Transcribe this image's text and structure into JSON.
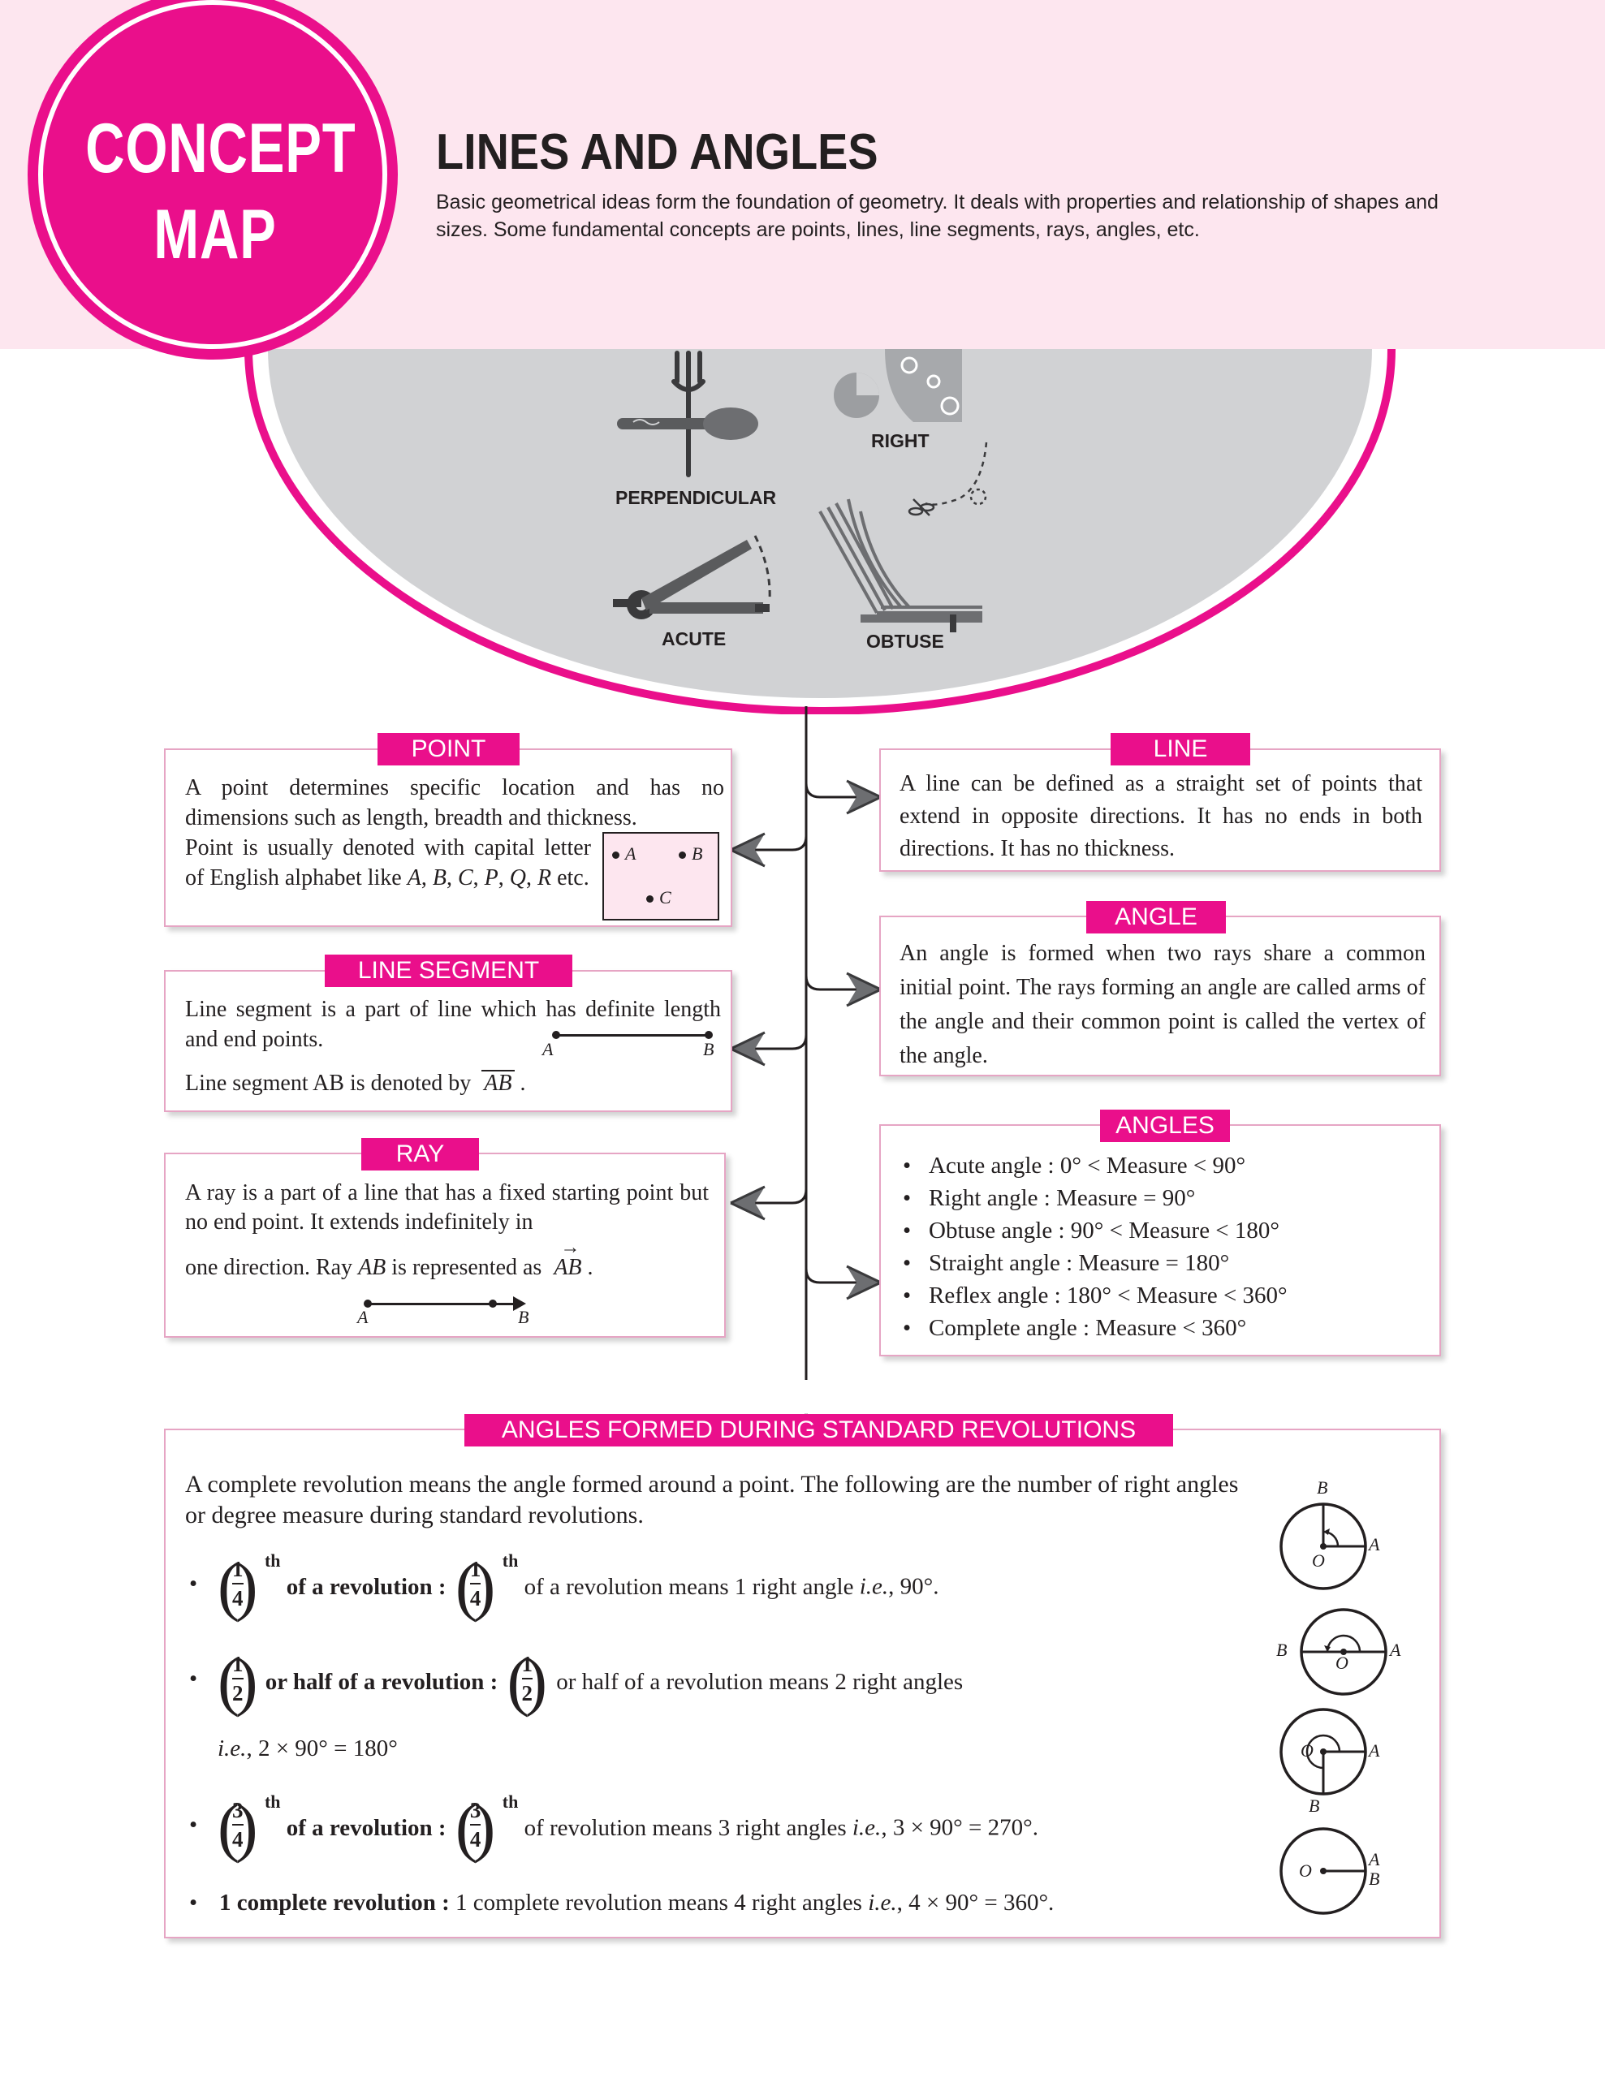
{
  "header": {
    "badge_line1": "CONCEPT",
    "badge_line2": "MAP",
    "title": "LINES AND ANGLES",
    "intro": "Basic geometrical ideas form the foundation of geometry. It deals with properties and relationship of shapes and sizes. Some fundamental concepts are points, lines, line segments, rays, angles, etc."
  },
  "illustration": {
    "labels": [
      "PERPENDICULAR",
      "RIGHT",
      "ACUTE",
      "OBTUSE"
    ]
  },
  "point": {
    "title": "POINT",
    "text": "A point determines specific location and has no dimensions such as length, breadth and thickness. Point is usually denoted with capital letter of English alphabet like A, B, C, P, Q, R etc.",
    "figure_labels": [
      "A",
      "B",
      "C"
    ]
  },
  "line_segment": {
    "title": "LINE SEGMENT",
    "text": "Line segment is a part of line which has definite length and end points.",
    "notation_text": "Line segment AB is denoted by",
    "notation": "AB",
    "figure_labels": [
      "A",
      "B"
    ]
  },
  "ray": {
    "title": "RAY",
    "text": "A ray is a part of a line that has a fixed starting point but no end point. It extends indefinitely in one direction. Ray AB is represented as",
    "notation": "AB",
    "figure_labels": [
      "A",
      "B"
    ]
  },
  "line": {
    "title": "LINE",
    "text": "A line can be defined as a straight set of points that extend in opposite directions. It has no ends in both directions. It has no thickness."
  },
  "angle": {
    "title": "ANGLE",
    "text": "An angle is formed when two rays share a common initial point. The rays forming an angle are called arms of the angle and their common point is called the vertex of the angle."
  },
  "angles": {
    "title": "ANGLES",
    "items": [
      "Acute angle : 0° < Measure < 90°",
      "Right angle :  Measure = 90°",
      "Obtuse angle :  90° < Measure < 180°",
      "Straight angle : Measure = 180°",
      "Reflex angle : 180° < Measure < 360°",
      "Complete angle : Measure < 360°"
    ]
  },
  "revolutions": {
    "title": "ANGLES FORMED DURING STANDARD REVOLUTIONS",
    "intro": "A complete revolution means the angle formed around a point. The following are the number of right angles or degree measure during standard revolutions.",
    "item1": {
      "num": "1",
      "den": "4",
      "sup": "th",
      "bold": "of a revolution :",
      "rest": "of a revolution means 1 right angle",
      "ie": "i.e.",
      "tail": ", 90°."
    },
    "item2": {
      "num": "1",
      "den": "2",
      "bold": "or half of a revolution :",
      "rest": "or half of a revolution means 2 right angles",
      "ie": "i.e.",
      "tail": ", 2 × 90° = 180°"
    },
    "item3": {
      "num": "3",
      "den": "4",
      "sup": "th",
      "bold": "of a revolution :",
      "rest": "of revolution means 3 right angles",
      "ie": "i.e.",
      "tail": ", 3 × 90° = 270°."
    },
    "item4": {
      "bold": "1 complete revolution :",
      "rest": "1 complete revolution means 4 right angles",
      "ie": "i.e.",
      "tail": ", 4 × 90° = 360°."
    },
    "figure_labels": {
      "a": "A",
      "b": "B",
      "o": "O"
    }
  },
  "colors": {
    "accent": "#ea0f8b",
    "header_bg": "#fde6ef",
    "box_border": "#e6a5c4",
    "illustration_bg": "#d1d2d4"
  }
}
